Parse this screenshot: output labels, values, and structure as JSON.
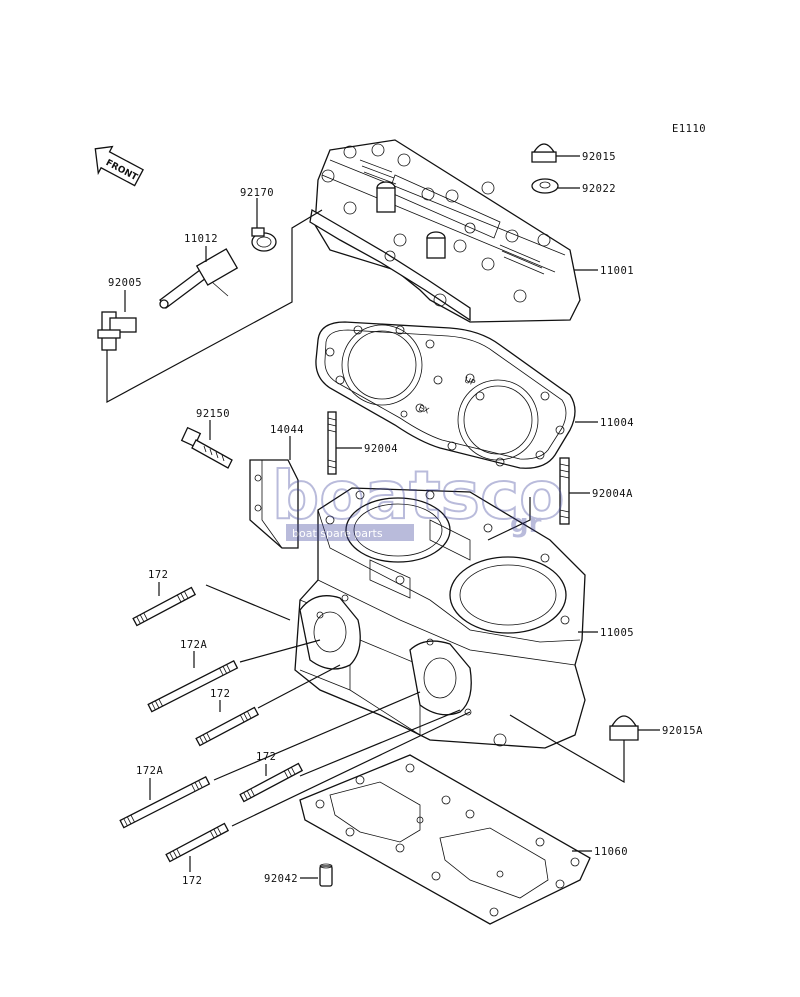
{
  "diagram_code": "E1110",
  "front_label": "FRONT",
  "watermark": {
    "brand": "boatsco",
    "tld": "gr",
    "tagline": "boat spare parts"
  },
  "labels": {
    "p11001": "11001",
    "p11004": "11004",
    "p11005": "11005",
    "p11060": "11060",
    "p11012": "11012",
    "p92170": "92170",
    "p92005": "92005",
    "p92015": "92015",
    "p92022": "92022",
    "p92150": "92150",
    "p14044": "14044",
    "p92004": "92004",
    "p92004A": "92004A",
    "p92015A": "92015A",
    "p92042": "92042",
    "p172_a": "172",
    "p172A_a": "172A",
    "p172_b": "172",
    "p172A_b": "172A",
    "p172_c": "172",
    "p172_d": "172"
  },
  "head_gasket_marks": {
    "up": "UP",
    "ex": "EX"
  }
}
